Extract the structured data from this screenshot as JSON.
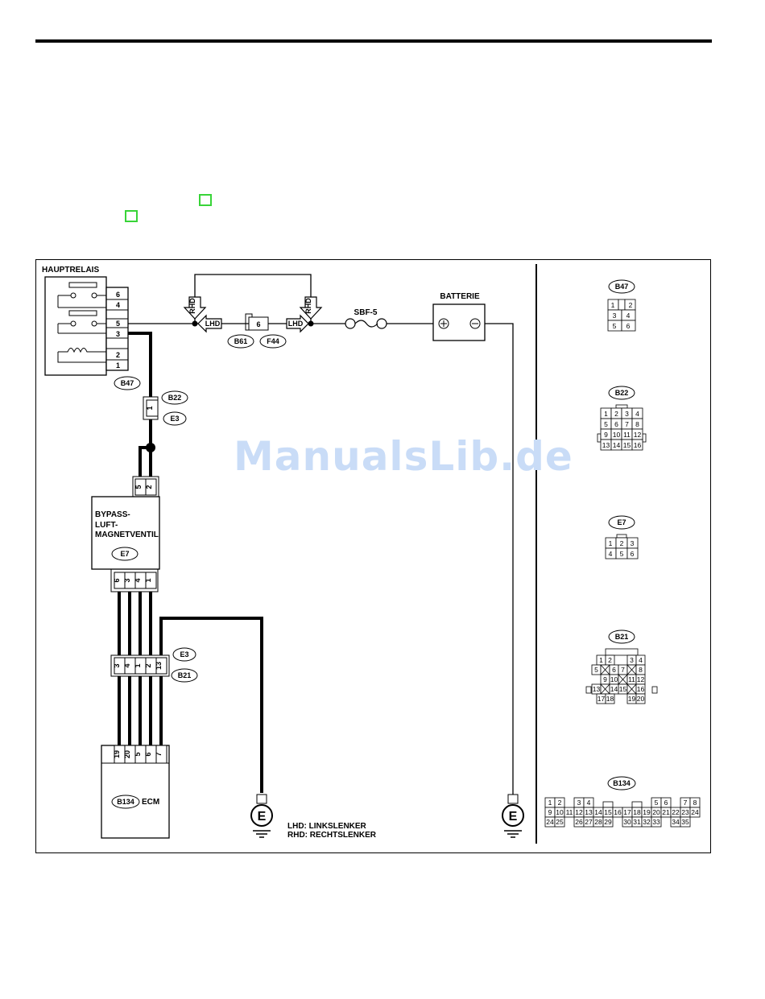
{
  "labels": {
    "main_relay": "HAUPTRELAIS",
    "battery": "BATTERIE",
    "fuse": "SBF-5",
    "bypass_line1": "BYPASS-",
    "bypass_line2": "LUFT-",
    "bypass_line3": "MAGNETVENTIL",
    "ecm": "ECM",
    "rhd": "RHD",
    "lhd": "LHD",
    "ground": "E",
    "legend_lhd": "LHD: LINKSLENKER",
    "legend_rhd": "RHD: RECHTSLENKER",
    "watermark": "ManualsLib.de"
  },
  "connectors": {
    "b47": "B47",
    "b22": "B22",
    "e3": "E3",
    "e7": "E7",
    "b21": "B21",
    "b61": "B61",
    "f44": "F44",
    "b134": "B134"
  },
  "pins": {
    "relay": [
      "6",
      "4",
      "5",
      "3",
      "2",
      "1"
    ],
    "inline_b61": "6",
    "b22_e3": "1",
    "e7_top": [
      "5",
      "2"
    ],
    "e7_bottom": [
      "6",
      "3",
      "4",
      "1"
    ],
    "e3_b21": [
      "3",
      "4",
      "1",
      "2",
      "13"
    ],
    "ecm": [
      "19",
      "20",
      "5",
      "6",
      "7"
    ]
  },
  "colors": {
    "line": "#000000",
    "highlight_box": "#38d438",
    "watermark": "#c9dcf7"
  }
}
